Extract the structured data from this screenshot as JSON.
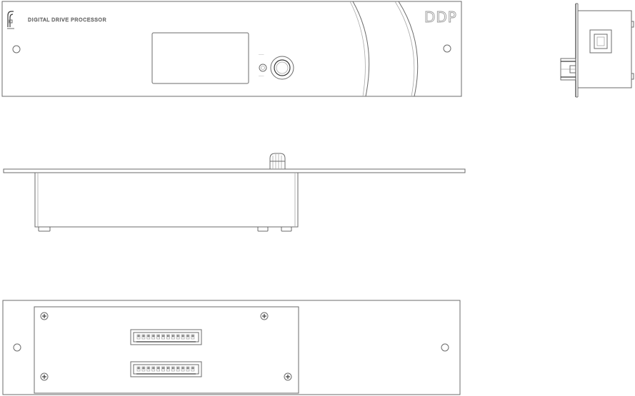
{
  "front_panel": {
    "brand_label": "DIGITAL DRIVE PROCESSOR",
    "model_label": "DDP"
  },
  "connectors": {
    "pin_count": 12
  }
}
